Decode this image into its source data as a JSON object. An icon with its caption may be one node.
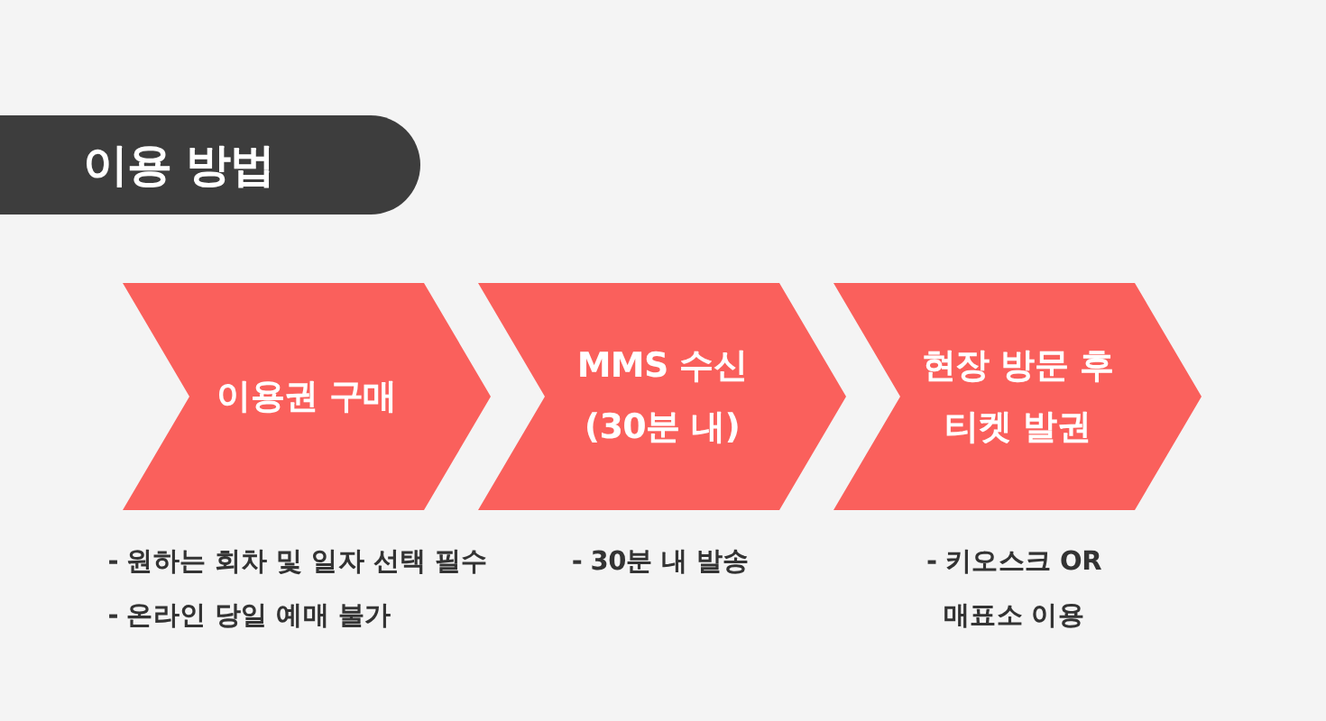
{
  "diagram": {
    "title": "이용 방법",
    "nodes": [
      {
        "text": [
          "이용권 구매"
        ],
        "beside": [
          "- 원하는 회차 및 일자 선택 필수",
          "- 온라인 당일 예매 불가"
        ]
      },
      {
        "text": [
          "MMS 수신 (30분 내)"
        ],
        "beside": [
          "- 30분 내 발송"
        ]
      },
      {
        "text": [
          "현장 방문 후 티켓 발권"
        ],
        "beside": [
          "- 키오스크 OR 매표소 이용"
        ]
      }
    ]
  }
}
